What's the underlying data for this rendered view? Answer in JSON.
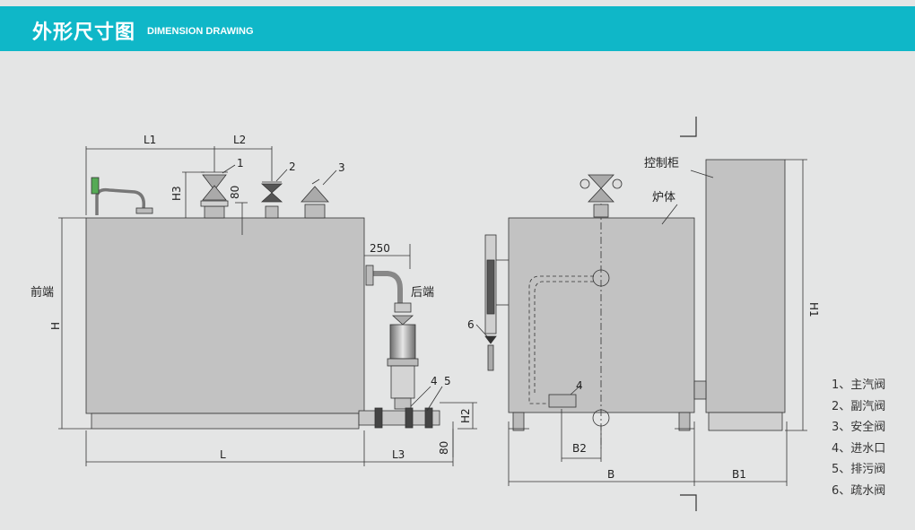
{
  "header": {
    "title": "外形尺寸图",
    "subtitle": "DIMENSION DRAWING"
  },
  "dimensions": {
    "L1": "L1",
    "L2": "L2",
    "H3": "H3",
    "d80_top": "80",
    "d250": "250",
    "H": "H",
    "L": "L",
    "L3": "L3",
    "H2": "H2",
    "d80_bottom": "80",
    "H1": "H1",
    "B": "B",
    "B1": "B1",
    "B2": "B2"
  },
  "labels": {
    "front_end": "前端",
    "rear_end": "后端",
    "control_cabinet": "控制柜",
    "furnace_body": "炉体",
    "n1": "1",
    "n2": "2",
    "n3": "3",
    "n4": "4",
    "n5": "5",
    "n6": "6",
    "n4_side": "4"
  },
  "legend": [
    "1、主汽阀",
    "2、副汽阀",
    "3、安全阀",
    "4、进水口",
    "5、排污阀",
    "6、疏水阀"
  ]
}
